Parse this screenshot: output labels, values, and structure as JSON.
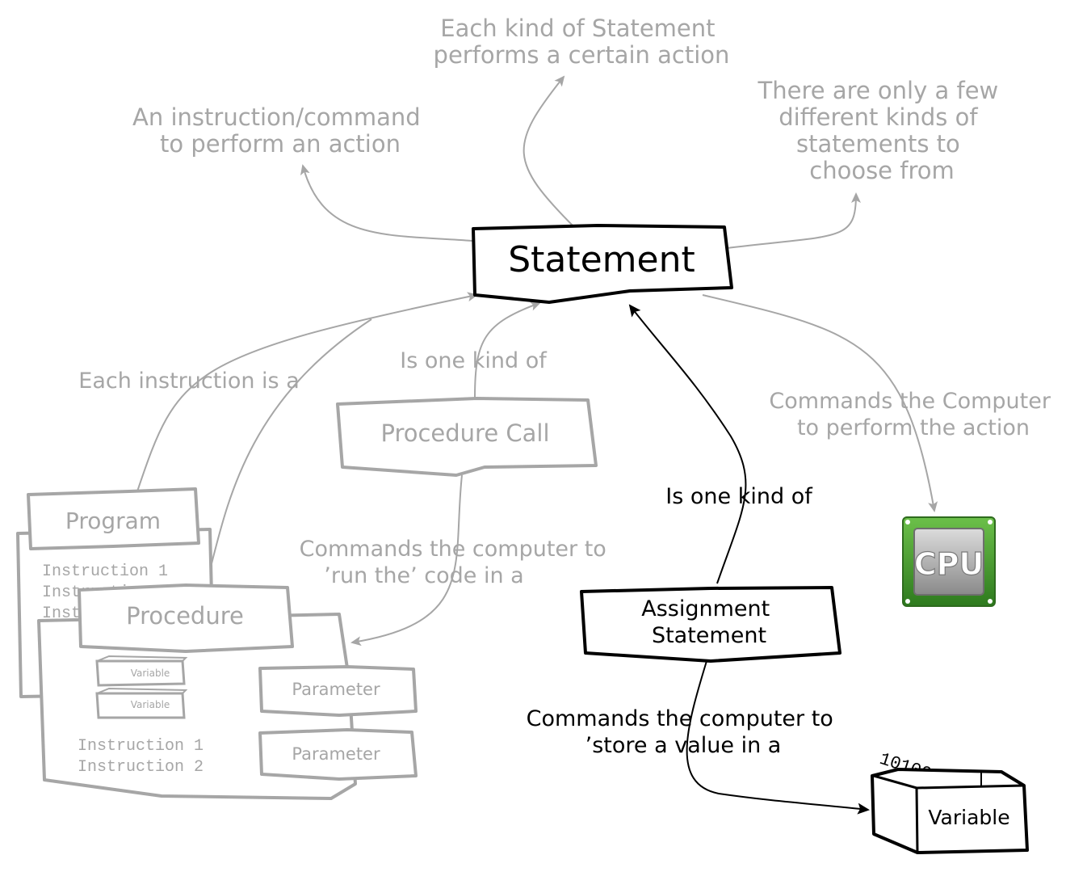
{
  "nodes": {
    "statement": "Statement",
    "procedure_call": "Procedure Call",
    "program": "Program",
    "procedure": "Procedure",
    "assignment_statement": [
      "Assignment",
      "Statement"
    ],
    "parameter_1": "Parameter",
    "parameter_2": "Parameter",
    "small_variable_1": "Variable",
    "small_variable_2": "Variable",
    "variable": "Variable"
  },
  "notes": {
    "instruction_command": [
      "An instruction/command",
      "to perform an action"
    ],
    "each_kind": [
      "Each kind of Statement",
      "performs a certain action"
    ],
    "only_a_few": [
      "There are only a few",
      "different kinds of",
      "statements to",
      "choose from"
    ]
  },
  "edges": {
    "each_instruction": "Each instruction is a",
    "is_one_kind_of_call": "Is one kind of",
    "commands_computer_action": [
      "Commands the Computer",
      "to perform the action"
    ],
    "is_one_kind_of_assignment": "Is one kind of",
    "run_code": [
      "Commands the computer to",
      "’run the’ code in a"
    ],
    "store_value": [
      "Commands the computer to",
      "’store a value in a"
    ]
  },
  "program_instructions": [
    "Instruction 1",
    "Instruction 2",
    "Instruction 3"
  ],
  "procedure_instructions": [
    "Instruction 1",
    "Instruction 2"
  ],
  "cpu_label": "CPU",
  "binary_text": "101001",
  "colors": {
    "active": "#000000",
    "faded": "#a6a6a6",
    "cpu_green": "#3f8f2a"
  }
}
